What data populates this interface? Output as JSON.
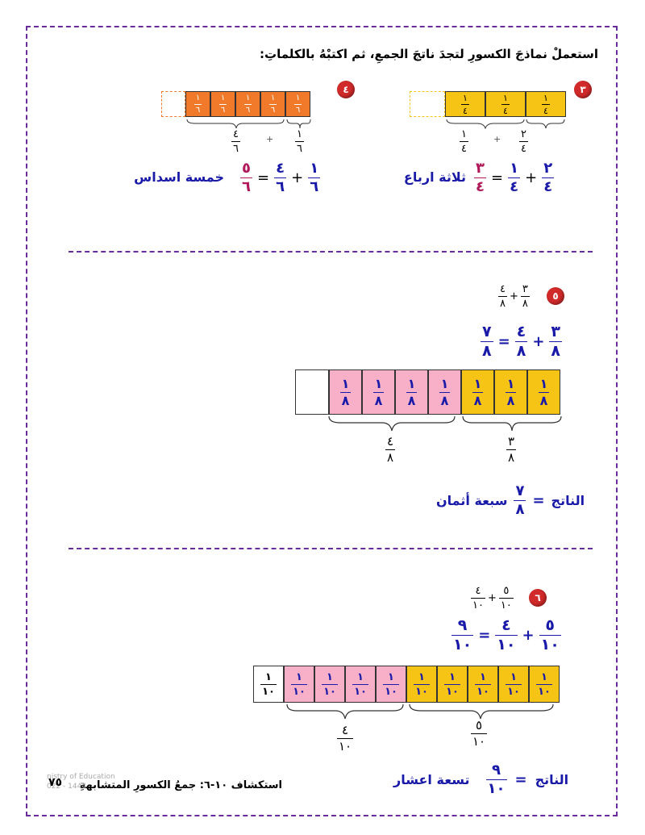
{
  "instruction": "استعملْ نماذجَ الكسورِ لتجدَ ناتجَ الجمعِ، ثم اكتبْهُ بالكلماتِ:",
  "problems": {
    "p3": {
      "number": "٣",
      "bar_labels": [
        "١",
        "٤"
      ],
      "brace_left": {
        "n": "٢",
        "d": "٤"
      },
      "brace_right": {
        "n": "١",
        "d": "٤"
      },
      "plus": "+",
      "equals": "=",
      "eq_left": {
        "n": "٢",
        "d": "٤"
      },
      "eq_mid": {
        "n": "١",
        "d": "٤"
      },
      "eq_result": {
        "n": "٣",
        "d": "٤"
      },
      "words": "ثلاثة ارباع"
    },
    "p4": {
      "number": "٤",
      "bar_labels": [
        "١",
        "٦"
      ],
      "brace_left": {
        "n": "٤",
        "d": "٦"
      },
      "brace_right": {
        "n": "١",
        "d": "٦"
      },
      "plus": "+",
      "equals": "=",
      "eq_left": {
        "n": "١",
        "d": "٦"
      },
      "eq_mid": {
        "n": "٤",
        "d": "٦"
      },
      "eq_result": {
        "n": "٥",
        "d": "٦"
      },
      "words": "خمسة اسداس"
    },
    "p5": {
      "number": "٥",
      "prompt_a": {
        "n": "٣",
        "d": "٨"
      },
      "prompt_b": {
        "n": "٤",
        "d": "٨"
      },
      "plus": "+",
      "equals": "=",
      "eq_a": {
        "n": "٣",
        "d": "٨"
      },
      "eq_b": {
        "n": "٤",
        "d": "٨"
      },
      "eq_result": {
        "n": "٧",
        "d": "٨"
      },
      "cell": {
        "n": "١",
        "d": "٨"
      },
      "brace_left": {
        "n": "٤",
        "d": "٨"
      },
      "brace_right": {
        "n": "٣",
        "d": "٨"
      },
      "result_label": "الناتج",
      "result_frac": {
        "n": "٧",
        "d": "٨"
      },
      "result_words": "سبعة أثمان"
    },
    "p6": {
      "number": "٦",
      "prompt_a": {
        "n": "٥",
        "d": "١٠"
      },
      "prompt_b": {
        "n": "٤",
        "d": "١٠"
      },
      "plus": "+",
      "equals": "=",
      "eq_a": {
        "n": "٥",
        "d": "١٠"
      },
      "eq_b": {
        "n": "٤",
        "d": "١٠"
      },
      "eq_result": {
        "n": "٩",
        "d": "١٠"
      },
      "cell": {
        "n": "١",
        "d": "١٠"
      },
      "brace_left": {
        "n": "٤",
        "d": "١٠"
      },
      "brace_right": {
        "n": "٥",
        "d": "١٠"
      },
      "result_label": "الناتج",
      "result_frac": {
        "n": "٩",
        "d": "١٠"
      },
      "result_words": "تسعة اعشار"
    }
  },
  "footer": {
    "lesson": "استكشاف ١٠-٦: جمعُ الكسورِ المتشابهةِ",
    "page_number": "٧٥",
    "watermark_line1": "nistry of Education",
    "watermark_line2": "022 - 1444"
  },
  "colors": {
    "border": "#6a2c9c",
    "badge": "#d12a2a",
    "orange": "#f07a2a",
    "yellow": "#f5c414",
    "pink": "#f7b0c8",
    "blue": "#1a1aa8",
    "magenta": "#b0185a"
  }
}
